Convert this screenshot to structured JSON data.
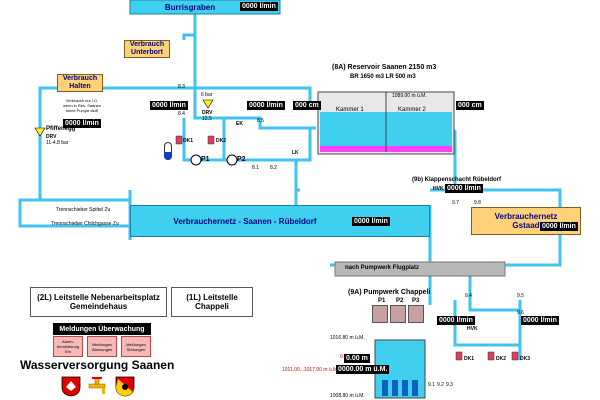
{
  "header": {
    "title": "Burrisgraben",
    "flow_value": "0000 l/min"
  },
  "consumers": {
    "unterbort": "Verbrauch\nUnterbort",
    "halten": "Verbrauch\nHalten",
    "halten_note": "Verbrauch nur i.O.\nwenn in Res. Saanen\nkeine Pumpe läuft",
    "halten_value": "0000 l/min",
    "gstaad": "Verbrauchernetz\nGstaad",
    "gstaad_value": "0000 l/min"
  },
  "pfiffenegg": {
    "label": "Pfiffenegg",
    "drv": "DRV",
    "drv_range": "11-4.8 bar"
  },
  "valve_station": {
    "bar_label": "6 bar",
    "drv": "DRV",
    "drv_range": "12.5",
    "code_83": "8.3",
    "code_84": "8.4",
    "code_85": "8.5",
    "code_81": "8.1",
    "code_82": "8.2",
    "ek": "EK",
    "lk": "LK",
    "dk1": "DK1",
    "dk2": "DK2",
    "p1": "P1",
    "p2": "P2",
    "flow_value": "0000 l/min"
  },
  "reservoir": {
    "title": "(8A) Reservoir Saanen 2150 m3",
    "subtitle": "BR 1650 m3 LR 500 m3",
    "level_text": "1089.00 m ü.M.",
    "chamber1": "Kammer 1",
    "chamber2": "Kammer 2",
    "inflow_value": "0000 l/min",
    "level_value": "000 cm",
    "level_right": "000 cm"
  },
  "klappenschacht": {
    "title": "(9b) Klappenschacht Rübeldorf",
    "hvk": "HVK",
    "value": "0000 l/min",
    "code_97": "9.7",
    "code_98": "9.8"
  },
  "network": {
    "label": "Verbrauchernetz - Saanen - Rübeldorf",
    "value": "0000 l/min",
    "trenn1": "Trennschieber Spittel Zu",
    "trenn2": "Trennschieber Chilchgasse Zu"
  },
  "flugplatz": {
    "label": "nach Pumpwerk Flugplatz"
  },
  "pumpwerk": {
    "title": "(9A) Pumpwerk Chappeli",
    "p1": "P1",
    "p2": "P2",
    "p3": "P3",
    "level_top": "1016.80 m ü.M.",
    "level_range": "1011.00...1017.00 m ü.M.",
    "meter_range": "0...6 m",
    "meter_value": "0.00 m",
    "level_value": "0000.00 m ü.M.",
    "level_bottom": "1008.80 m ü.M.",
    "codes": [
      "9.1",
      "9.2",
      "9.3"
    ],
    "code_94": "9.4",
    "code_95": "9.5",
    "code_96": "9.6",
    "hvk": "HVK",
    "dk1": "DK1",
    "dk2": "DK2",
    "dk3": "DK3",
    "value_left": "0000 l/min",
    "value_right": "0000 l/min"
  },
  "buttons": {
    "leitstelle_neben": "(2L) Leitstelle Nebenarbeitsplatz\nGemeindehaus",
    "leitstelle_chappeli": "(1L) Leitstelle Chappeli"
  },
  "meldungen": {
    "title": "Meldungen Überwachung",
    "items": [
      "Alarm-\nterminierung\nEin",
      "Meldungen\nWarnungen",
      "Meldungen\nStörungen"
    ]
  },
  "footer": {
    "title": "Wasserversorgung Saanen"
  },
  "colors": {
    "pipe": "#3fc3f0",
    "accent_yellow": "#ffd27a",
    "reservoir_water": "#3fd0f0",
    "reservoir_bottom": "#ff40ff",
    "network_box": "#3fd0f0"
  }
}
